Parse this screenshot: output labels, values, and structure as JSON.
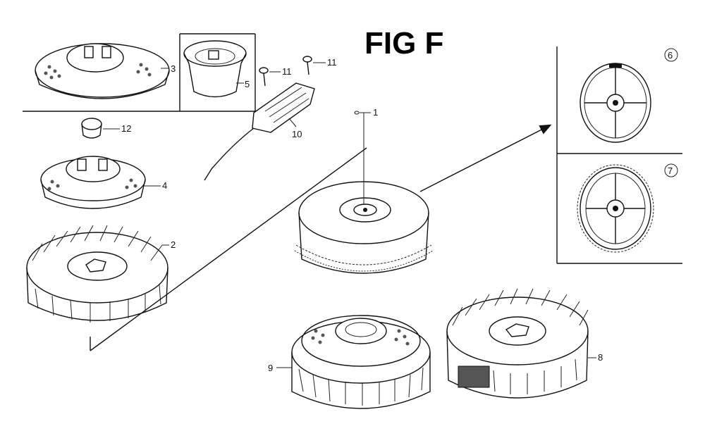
{
  "title": "FIG F",
  "callouts": {
    "c1": "1",
    "c2": "2",
    "c3": "3",
    "c4": "4",
    "c5": "5",
    "c6": "6",
    "c7": "7",
    "c8": "8",
    "c9": "9",
    "c10": "10",
    "c11a": "11",
    "c11b": "11",
    "c12": "12"
  },
  "colors": {
    "ink": "#111111",
    "paper": "#ffffff"
  }
}
